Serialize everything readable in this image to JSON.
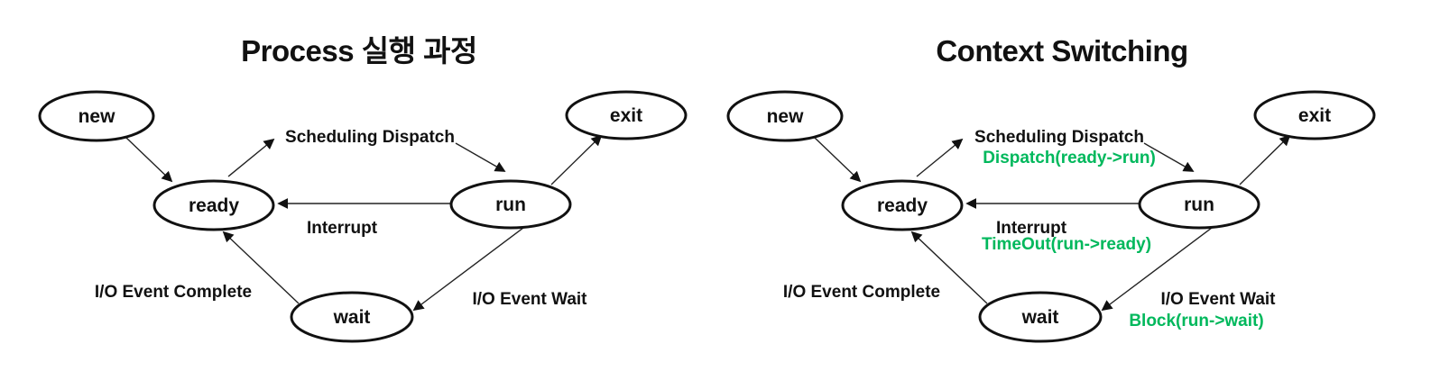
{
  "colors": {
    "ink": "#111111",
    "green": "#00b85c",
    "background": "#ffffff"
  },
  "left_diagram": {
    "title": "Process 실행 과정",
    "states": {
      "new": "new",
      "ready": "ready",
      "run": "run",
      "wait": "wait",
      "exit": "exit"
    },
    "labels": {
      "scheduling_dispatch": "Scheduling Dispatch",
      "interrupt": "Interrupt",
      "io_event_complete": "I/O Event Complete",
      "io_event_wait": "I/O Event Wait"
    }
  },
  "right_diagram": {
    "title": "Context Switching",
    "states": {
      "new": "new",
      "ready": "ready",
      "run": "run",
      "wait": "wait",
      "exit": "exit"
    },
    "labels": {
      "scheduling_dispatch": "Scheduling Dispatch",
      "interrupt": "Interrupt",
      "io_event_complete": "I/O Event Complete",
      "io_event_wait": "I/O Event Wait"
    },
    "annotations": {
      "dispatch": "Dispatch(ready->run)",
      "timeout": "TimeOut(run->ready)",
      "block": "Block(run->wait)"
    }
  }
}
